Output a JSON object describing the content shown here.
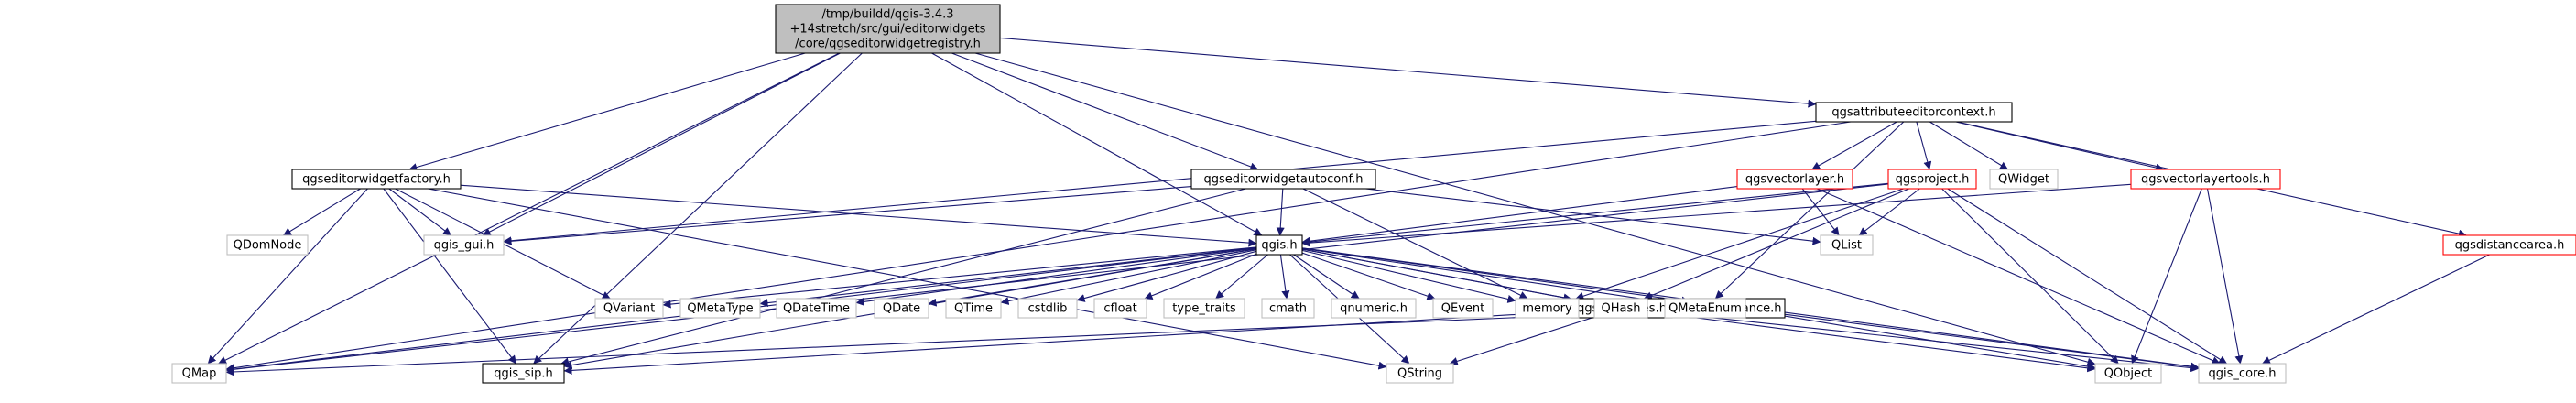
{
  "colors": {
    "edge": "#191970",
    "root_fill": "#bfbfbf",
    "normal_border": "#000000",
    "truncated_border": "#ff0000",
    "external_border": "#bfbfbf",
    "external_text": "#808080"
  },
  "nodes": [
    {
      "id": "root",
      "lines": [
        "/tmp/buildd/qgis-3.4.3",
        "+14stretch/src/gui/editorwidgets",
        "/core/qgseditorwidgetregistry.h"
      ],
      "kind": "root"
    },
    {
      "id": "qgsattributeeditorcontext",
      "lines": [
        "qgsattributeeditorcontext.h"
      ],
      "kind": "normal"
    },
    {
      "id": "qgseditorwidgetfactory",
      "lines": [
        "qgseditorwidgetfactory.h"
      ],
      "kind": "normal"
    },
    {
      "id": "qgseditorwidgetautoconf",
      "lines": [
        "qgseditorwidgetautoconf.h"
      ],
      "kind": "normal"
    },
    {
      "id": "qgsvectorlayer",
      "lines": [
        "qgsvectorlayer.h"
      ],
      "kind": "truncated"
    },
    {
      "id": "qgsproject",
      "lines": [
        "qgsproject.h"
      ],
      "kind": "truncated"
    },
    {
      "id": "qgsvectorlayertools",
      "lines": [
        "qgsvectorlayertools.h"
      ],
      "kind": "truncated"
    },
    {
      "id": "qgsdistancearea",
      "lines": [
        "qgsdistancearea.h"
      ],
      "kind": "truncated"
    },
    {
      "id": "qgis",
      "lines": [
        "qgis.h"
      ],
      "kind": "normal"
    },
    {
      "id": "qgswkbtypes",
      "lines": [
        "qgswkbtypes.h"
      ],
      "kind": "normal"
    },
    {
      "id": "qgstolerance",
      "lines": [
        "qgstolerance.h"
      ],
      "kind": "normal"
    },
    {
      "id": "qgis_sip",
      "lines": [
        "qgis_sip.h"
      ],
      "kind": "normal"
    },
    {
      "id": "QWidget",
      "lines": [
        "QWidget"
      ],
      "kind": "external"
    },
    {
      "id": "QDomNode",
      "lines": [
        "QDomNode"
      ],
      "kind": "external"
    },
    {
      "id": "qgis_gui",
      "lines": [
        "qgis_gui.h"
      ],
      "kind": "external"
    },
    {
      "id": "QList",
      "lines": [
        "QList"
      ],
      "kind": "external"
    },
    {
      "id": "QVariant",
      "lines": [
        "QVariant"
      ],
      "kind": "external"
    },
    {
      "id": "QMetaType",
      "lines": [
        "QMetaType"
      ],
      "kind": "external"
    },
    {
      "id": "QDateTime",
      "lines": [
        "QDateTime"
      ],
      "kind": "external"
    },
    {
      "id": "QDate",
      "lines": [
        "QDate"
      ],
      "kind": "external"
    },
    {
      "id": "QTime",
      "lines": [
        "QTime"
      ],
      "kind": "external"
    },
    {
      "id": "cstdlib",
      "lines": [
        "cstdlib"
      ],
      "kind": "external"
    },
    {
      "id": "cfloat",
      "lines": [
        "cfloat"
      ],
      "kind": "external"
    },
    {
      "id": "type_traits",
      "lines": [
        "type_traits"
      ],
      "kind": "external"
    },
    {
      "id": "cmath",
      "lines": [
        "cmath"
      ],
      "kind": "external"
    },
    {
      "id": "qnumeric",
      "lines": [
        "qnumeric.h"
      ],
      "kind": "external"
    },
    {
      "id": "QEvent",
      "lines": [
        "QEvent"
      ],
      "kind": "external"
    },
    {
      "id": "memory",
      "lines": [
        "memory"
      ],
      "kind": "external"
    },
    {
      "id": "QHash",
      "lines": [
        "QHash"
      ],
      "kind": "external"
    },
    {
      "id": "QMetaEnum",
      "lines": [
        "QMetaEnum"
      ],
      "kind": "external"
    },
    {
      "id": "QMap",
      "lines": [
        "QMap"
      ],
      "kind": "external"
    },
    {
      "id": "QString",
      "lines": [
        "QString"
      ],
      "kind": "external"
    },
    {
      "id": "QObject",
      "lines": [
        "QObject"
      ],
      "kind": "external"
    },
    {
      "id": "qgis_core",
      "lines": [
        "qgis_core.h"
      ],
      "kind": "external"
    }
  ],
  "edges": [
    [
      "root",
      "qgsattributeeditorcontext"
    ],
    [
      "root",
      "qgseditorwidgetfactory"
    ],
    [
      "root",
      "qgseditorwidgetautoconf"
    ],
    [
      "root",
      "qgis"
    ],
    [
      "root",
      "qgis_gui"
    ],
    [
      "root",
      "QMap"
    ],
    [
      "root",
      "qgis_sip"
    ],
    [
      "root",
      "QObject"
    ],
    [
      "qgsattributeeditorcontext",
      "qgsvectorlayer"
    ],
    [
      "qgsattributeeditorcontext",
      "qgsproject"
    ],
    [
      "qgsattributeeditorcontext",
      "qgsvectorlayertools"
    ],
    [
      "qgsattributeeditorcontext",
      "qgsdistancearea"
    ],
    [
      "qgsattributeeditorcontext",
      "QWidget"
    ],
    [
      "qgsattributeeditorcontext",
      "QMetaEnum"
    ],
    [
      "qgsattributeeditorcontext",
      "qgis_gui"
    ],
    [
      "qgsattributeeditorcontext",
      "QMap"
    ],
    [
      "qgseditorwidgetfactory",
      "qgis"
    ],
    [
      "qgseditorwidgetfactory",
      "QDomNode"
    ],
    [
      "qgseditorwidgetfactory",
      "qgis_gui"
    ],
    [
      "qgseditorwidgetfactory",
      "QVariant"
    ],
    [
      "qgseditorwidgetfactory",
      "QMap"
    ],
    [
      "qgseditorwidgetfactory",
      "qgis_sip"
    ],
    [
      "qgseditorwidgetfactory",
      "QString"
    ],
    [
      "qgseditorwidgetautoconf",
      "qgis"
    ],
    [
      "qgseditorwidgetautoconf",
      "qgis_gui"
    ],
    [
      "qgseditorwidgetautoconf",
      "qgis_sip"
    ],
    [
      "qgseditorwidgetautoconf",
      "QList"
    ],
    [
      "qgseditorwidgetautoconf",
      "memory"
    ],
    [
      "qgsvectorlayer",
      "qgis"
    ],
    [
      "qgsvectorlayer",
      "QList"
    ],
    [
      "qgsvectorlayer",
      "qgis_core"
    ],
    [
      "qgsproject",
      "qgis"
    ],
    [
      "qgsproject",
      "QList"
    ],
    [
      "qgsproject",
      "memory"
    ],
    [
      "qgsproject",
      "QHash"
    ],
    [
      "qgsproject",
      "QObject"
    ],
    [
      "qgsproject",
      "qgis_core"
    ],
    [
      "qgsproject",
      "QMap"
    ],
    [
      "qgsvectorlayertools",
      "qgis"
    ],
    [
      "qgsvectorlayertools",
      "QObject"
    ],
    [
      "qgsvectorlayertools",
      "qgis_core"
    ],
    [
      "qgsdistancearea",
      "qgis_core"
    ],
    [
      "qgis",
      "QVariant"
    ],
    [
      "qgis",
      "QMetaType"
    ],
    [
      "qgis",
      "QDateTime"
    ],
    [
      "qgis",
      "QDate"
    ],
    [
      "qgis",
      "QTime"
    ],
    [
      "qgis",
      "cstdlib"
    ],
    [
      "qgis",
      "cfloat"
    ],
    [
      "qgis",
      "type_traits"
    ],
    [
      "qgis",
      "cmath"
    ],
    [
      "qgis",
      "qnumeric"
    ],
    [
      "qgis",
      "QEvent"
    ],
    [
      "qgis",
      "qgswkbtypes"
    ],
    [
      "qgis",
      "qgstolerance"
    ],
    [
      "qgis",
      "memory"
    ],
    [
      "qgis",
      "QHash"
    ],
    [
      "qgis",
      "QMetaEnum"
    ],
    [
      "qgis",
      "QMap"
    ],
    [
      "qgis",
      "qgis_sip"
    ],
    [
      "qgis",
      "QString"
    ],
    [
      "qgis",
      "qgis_core"
    ],
    [
      "qgswkbtypes",
      "qgis_sip"
    ],
    [
      "qgswkbtypes",
      "QString"
    ],
    [
      "qgswkbtypes",
      "QObject"
    ],
    [
      "qgswkbtypes",
      "qgis_core"
    ],
    [
      "qgstolerance",
      "QObject"
    ],
    [
      "qgstolerance",
      "qgis_core"
    ],
    [
      "qgstolerance",
      "QMap"
    ]
  ]
}
